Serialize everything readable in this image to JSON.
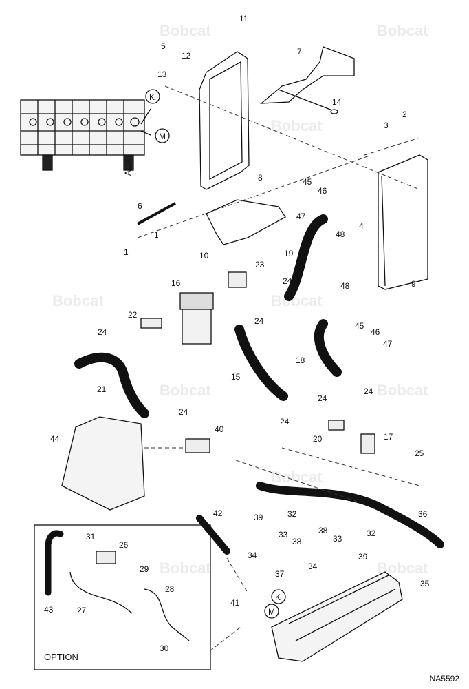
{
  "brand_watermark": "Bobcat",
  "diagram_id": "NA5592",
  "option_label": "OPTION",
  "aux_label": "AUX",
  "port_labels": [
    "K",
    "M"
  ],
  "colors": {
    "line": "#111111",
    "hose": "#111111",
    "watermark": "#e8e8e8"
  },
  "callouts": [
    "1",
    "1",
    "2",
    "3",
    "4",
    "5",
    "6",
    "7",
    "8",
    "9",
    "10",
    "11",
    "12",
    "13",
    "14",
    "15",
    "16",
    "17",
    "18",
    "19",
    "20",
    "21",
    "22",
    "23",
    "24",
    "24",
    "24",
    "24",
    "24",
    "24",
    "24",
    "25",
    "26",
    "27",
    "28",
    "29",
    "30",
    "31",
    "32",
    "32",
    "33",
    "33",
    "34",
    "34",
    "35",
    "36",
    "37",
    "38",
    "38",
    "39",
    "39",
    "40",
    "41",
    "42",
    "43",
    "44",
    "45",
    "45",
    "46",
    "46",
    "47",
    "47",
    "48",
    "48"
  ]
}
